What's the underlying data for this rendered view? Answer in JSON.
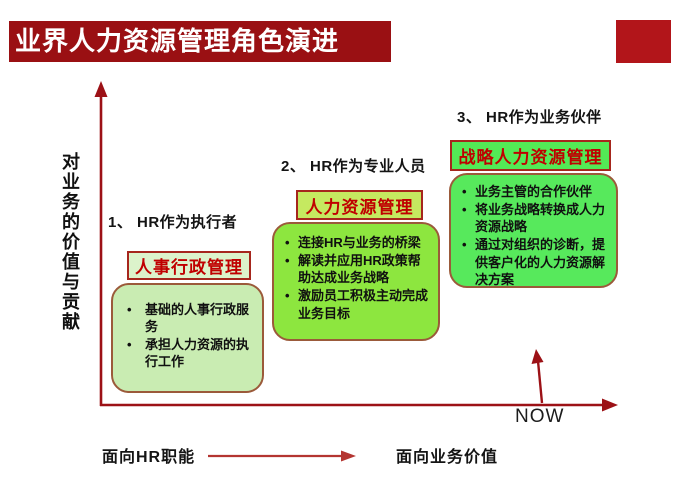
{
  "title": "业界人力资源管理角色演进",
  "y_axis_label": "对业务的价值与贡献",
  "now_label": "NOW",
  "footer": {
    "left_label": "面向HR职能",
    "right_label": "面向业务价值"
  },
  "stages": [
    {
      "heading": "1、 HR作为执行者",
      "box_title": "人事行政管理",
      "bullets": [
        "基础的人事行政服务",
        "承担人力资源的执行工作"
      ]
    },
    {
      "heading": "2、 HR作为专业人员",
      "box_title": "人力资源管理",
      "bullets": [
        "连接HR与业务的桥梁",
        "解读并应用HR政策帮助达成业务战略",
        "激励员工积极主动完成业务目标"
      ]
    },
    {
      "heading": "3、 HR作为业务伙伴",
      "box_title": "战略人力资源管理",
      "bullets": [
        "业务主管的合作伙伴",
        "将业务战略转换成人力资源战略",
        "通过对组织的诊断，提供客户化的人力资源解决方案"
      ]
    }
  ],
  "colors": {
    "title_bar_bg": "#9a1013",
    "corner_square": "#b2151a",
    "axis_red": "#9c1116",
    "footer_arrow_red": "#b43531",
    "stage_title_text": "#c00000",
    "stage1_title_bg": "#dcf3cb",
    "stage1_content_bg": "#c9ecb2",
    "stage2_title_bg": "#c5e960",
    "stage2_content_bg": "#8de63f",
    "stage3_title_bg": "#53e956",
    "stage3_content_bg": "#57e95c",
    "box_border_brown": "#9b5a3a",
    "tab_border_red": "#a6261d"
  }
}
